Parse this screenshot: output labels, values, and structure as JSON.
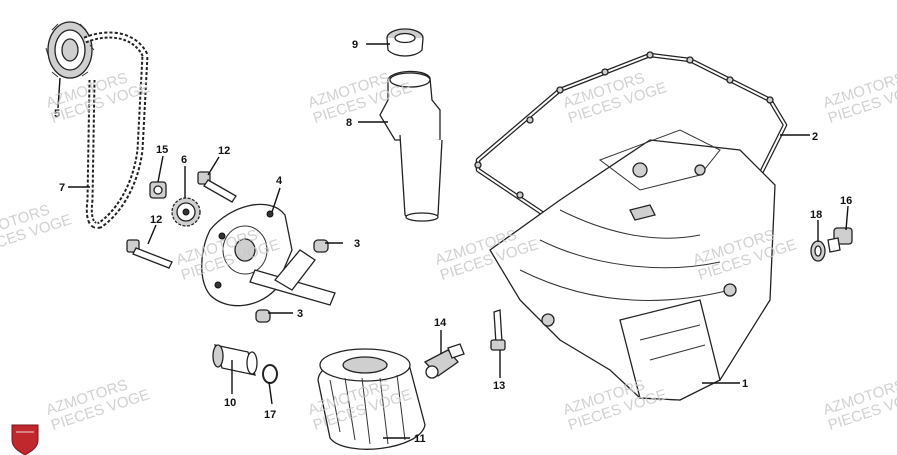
{
  "callouts": [
    "1",
    "2",
    "3",
    "3",
    "4",
    "5",
    "6",
    "7",
    "8",
    "9",
    "10",
    "11",
    "12",
    "12",
    "13",
    "14",
    "15",
    "16",
    "17",
    "18"
  ],
  "watermark": {
    "line1": "AZMOTORS",
    "line2": "PIECES VOGE"
  },
  "logo_color": "#c0282d",
  "line_color": "#222222"
}
